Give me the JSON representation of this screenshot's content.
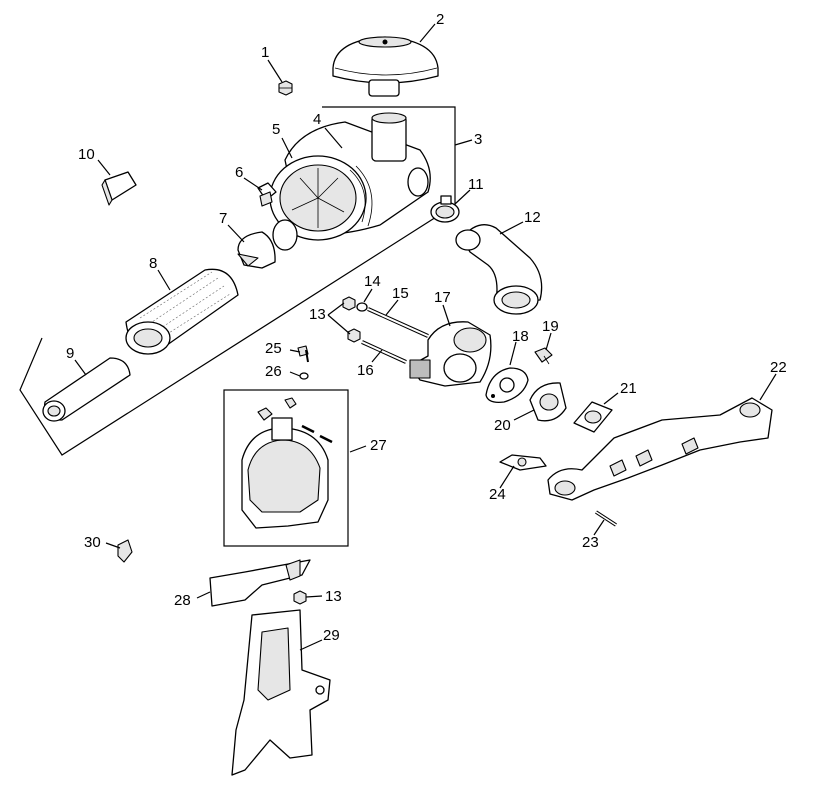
{
  "diagram": {
    "type": "exploded-parts",
    "callouts": [
      "1",
      "2",
      "3",
      "4",
      "5",
      "6",
      "7",
      "8",
      "9",
      "10",
      "11",
      "12",
      "13",
      "14",
      "15",
      "16",
      "17",
      "18",
      "19",
      "20",
      "21",
      "22",
      "23",
      "24",
      "25",
      "26",
      "27",
      "28",
      "29",
      "30",
      "13"
    ]
  }
}
